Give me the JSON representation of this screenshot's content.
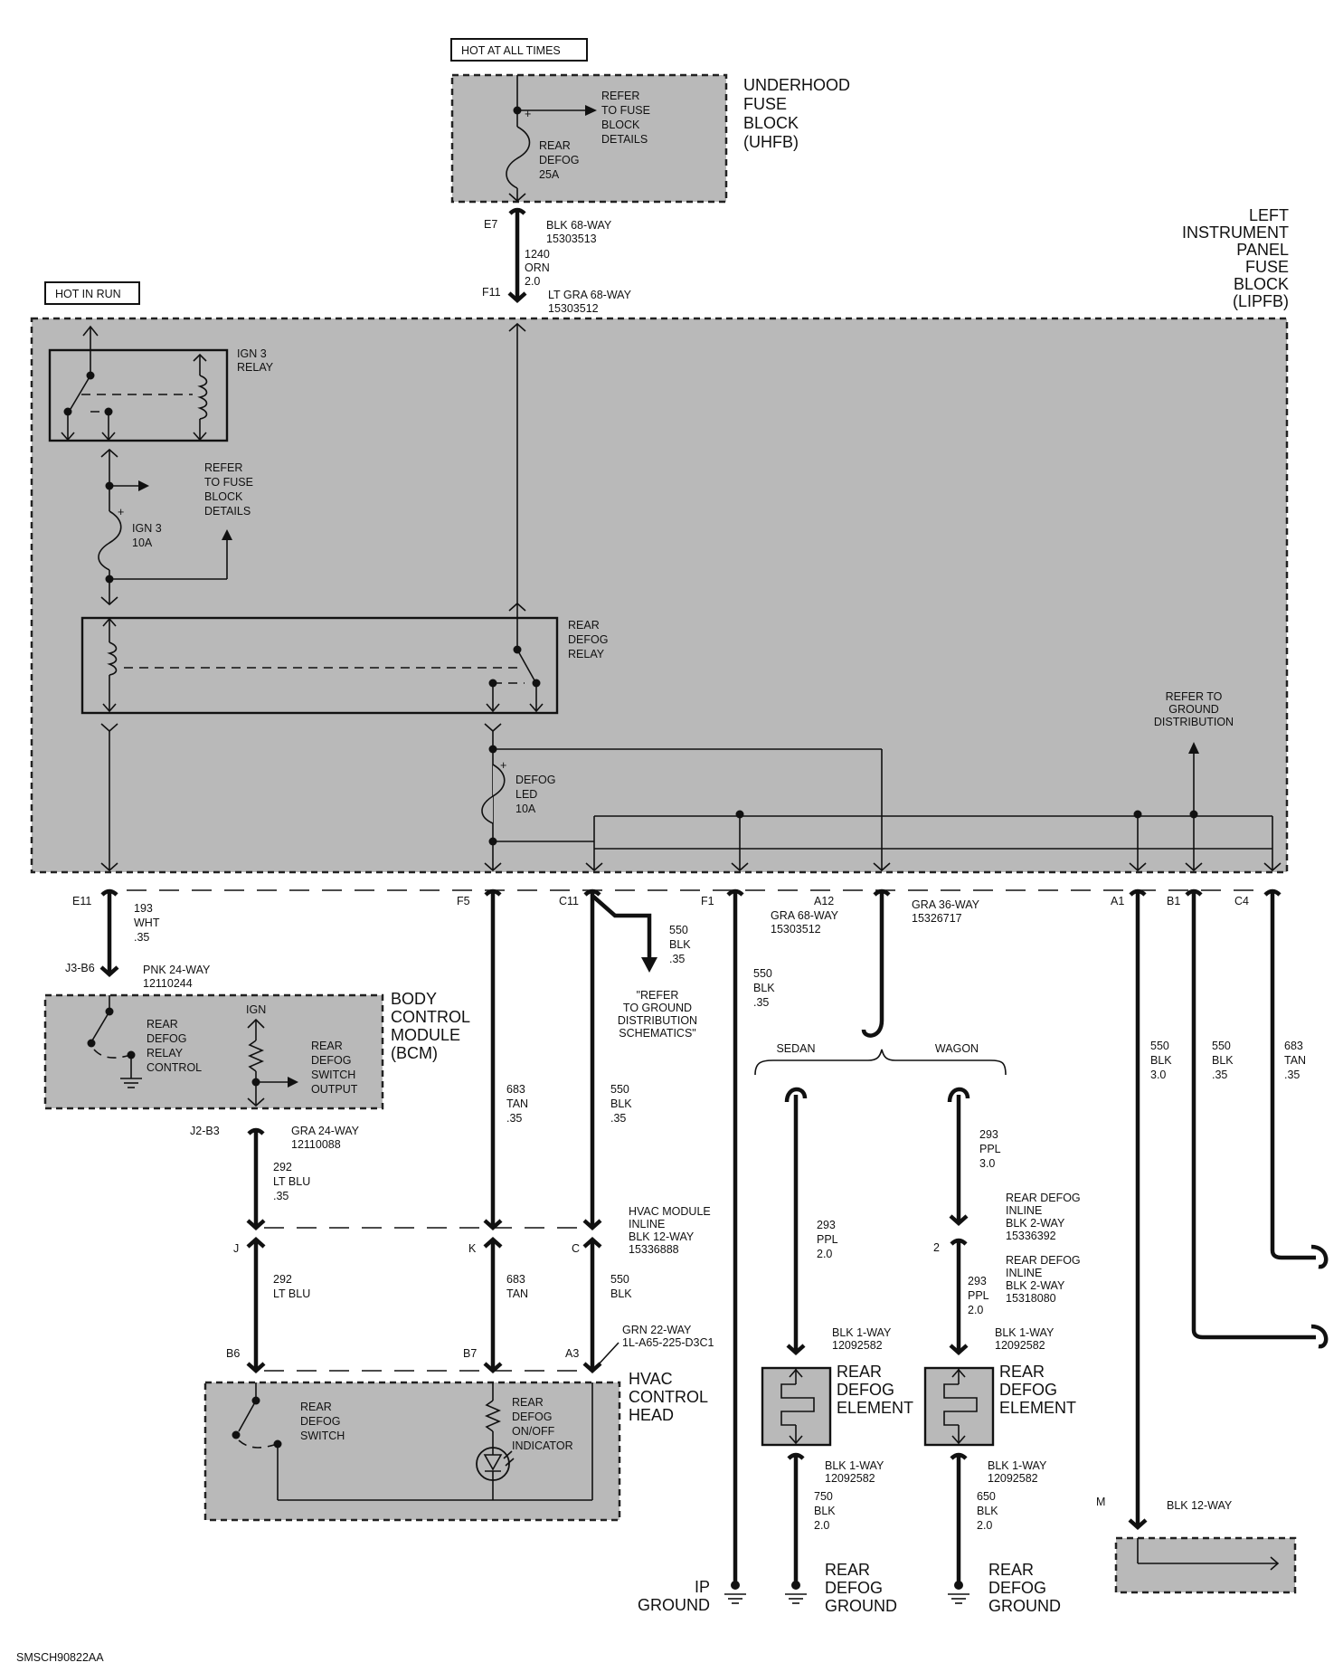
{
  "power_labels": {
    "hot_at_all_times": "HOT AT ALL TIMES",
    "hot_in_run": "HOT IN RUN"
  },
  "uhfb": {
    "title": [
      "UNDERHOOD",
      "FUSE",
      "BLOCK",
      "(UHFB)"
    ],
    "refer": [
      "REFER",
      "TO FUSE",
      "BLOCK",
      "DETAILS"
    ],
    "fuse": [
      "REAR",
      "DEFOG",
      "25A"
    ]
  },
  "lipfb": {
    "title": [
      "LEFT",
      "INSTRUMENT",
      "PANEL",
      "FUSE",
      "BLOCK",
      "(LIPFB)"
    ],
    "ign3_relay": [
      "IGN 3",
      "RELAY"
    ],
    "refer": [
      "REFER",
      "TO FUSE",
      "BLOCK",
      "DETAILS"
    ],
    "ign3_fuse": [
      "IGN 3",
      "10A"
    ],
    "rear_defog_relay": [
      "REAR",
      "DEFOG",
      "RELAY"
    ],
    "defog_led_fuse": [
      "DEFOG",
      "LED",
      "10A"
    ],
    "refer_ground": [
      "REFER TO",
      "GROUND",
      "DISTRIBUTION"
    ]
  },
  "connectors_top": {
    "e7": "E7",
    "e7_conn": [
      "BLK 68-WAY",
      "15303513"
    ],
    "wire_1240": [
      "1240",
      "ORN",
      "2.0"
    ],
    "f11": "F11",
    "f11_conn": [
      "LT GRA 68-WAY",
      "15303512"
    ]
  },
  "pins_row": {
    "e11": "E11",
    "f5": "F5",
    "c11": "C11",
    "f1": "F1",
    "a12": "A12",
    "a1": "A1",
    "b1": "B1",
    "c4": "C4",
    "f1_conn": [
      "GRA 68-WAY",
      "15303512"
    ],
    "a12_conn": [
      "GRA 36-WAY",
      "15326717"
    ]
  },
  "wires": {
    "w193": [
      "193",
      "WHT",
      ".35"
    ],
    "w550_c11": [
      "550",
      "BLK",
      ".35"
    ],
    "refer_gnd_schem": [
      "\"REFER",
      "TO GROUND",
      "DISTRIBUTION",
      "SCHEMATICS\""
    ],
    "w550_f1": [
      "550",
      "BLK",
      ".35"
    ],
    "w683_f5": [
      "683",
      "TAN",
      ".35"
    ],
    "w550_c": [
      "550",
      "BLK",
      ".35"
    ],
    "w292_top": [
      "292",
      "LT BLU",
      ".35"
    ],
    "w292_bot": [
      "292",
      "LT BLU"
    ],
    "w683_bot": [
      "683",
      "TAN"
    ],
    "w550_bot": [
      "550",
      "BLK"
    ],
    "w550_a1": [
      "550",
      "BLK",
      "3.0"
    ],
    "w550_b1": [
      "550",
      "BLK",
      ".35"
    ],
    "w683_c4": [
      "683",
      "TAN",
      ".35"
    ],
    "w293_sedan": [
      "293",
      "PPL",
      "2.0"
    ],
    "w293_wagon_top": [
      "293",
      "PPL",
      "3.0"
    ],
    "w293_wagon_mid": [
      "293",
      "PPL",
      "2.0"
    ],
    "w750": [
      "750",
      "BLK",
      "2.0"
    ],
    "w650": [
      "650",
      "BLK",
      "2.0"
    ]
  },
  "bcm": {
    "j3_b6": "J3-B6",
    "j3_conn": [
      "PNK 24-WAY",
      "12110244"
    ],
    "title": [
      "BODY",
      "CONTROL",
      "MODULE",
      "(BCM)"
    ],
    "relay_control": [
      "REAR",
      "DEFOG",
      "RELAY",
      "CONTROL"
    ],
    "ign": "IGN",
    "switch_output": [
      "REAR",
      "DEFOG",
      "SWITCH",
      "OUTPUT"
    ],
    "j2_b3": "J2-B3",
    "j2_conn": [
      "GRA 24-WAY",
      "12110088"
    ]
  },
  "inline_hvac": {
    "label": [
      "HVAC MODULE",
      "INLINE",
      "BLK 12-WAY",
      "15336888"
    ],
    "j": "J",
    "k": "K",
    "c": "C"
  },
  "hvac_head": {
    "b6": "B6",
    "b7": "B7",
    "a3": "A3",
    "conn": [
      "GRN 22-WAY",
      "1L-A65-225-D3C1"
    ],
    "title": [
      "HVAC",
      "CONTROL",
      "HEAD"
    ],
    "switch": [
      "REAR",
      "DEFOG",
      "SWITCH"
    ],
    "indicator": [
      "REAR",
      "DEFOG",
      "ON/OFF",
      "INDICATOR"
    ]
  },
  "variants": {
    "sedan": "SEDAN",
    "wagon": "WAGON"
  },
  "wagon_inline": {
    "top": [
      "REAR DEFOG",
      "INLINE",
      "BLK 2-WAY",
      "15336392"
    ],
    "pin": "2",
    "bottom": [
      "REAR DEFOG",
      "INLINE",
      "BLK 2-WAY",
      "15318080"
    ]
  },
  "elements": {
    "conn_top": [
      "BLK 1-WAY",
      "12092582"
    ],
    "title": [
      "REAR",
      "DEFOG",
      "ELEMENT"
    ],
    "conn_bottom": [
      "BLK 1-WAY",
      "12092582"
    ]
  },
  "grounds": {
    "ip": [
      "IP",
      "GROUND"
    ],
    "rear_defog": [
      "REAR",
      "DEFOG",
      "GROUND"
    ]
  },
  "m_connector": {
    "pin": "M",
    "conn": "BLK 12-WAY"
  },
  "footer_code": "SMSCH90822AA"
}
